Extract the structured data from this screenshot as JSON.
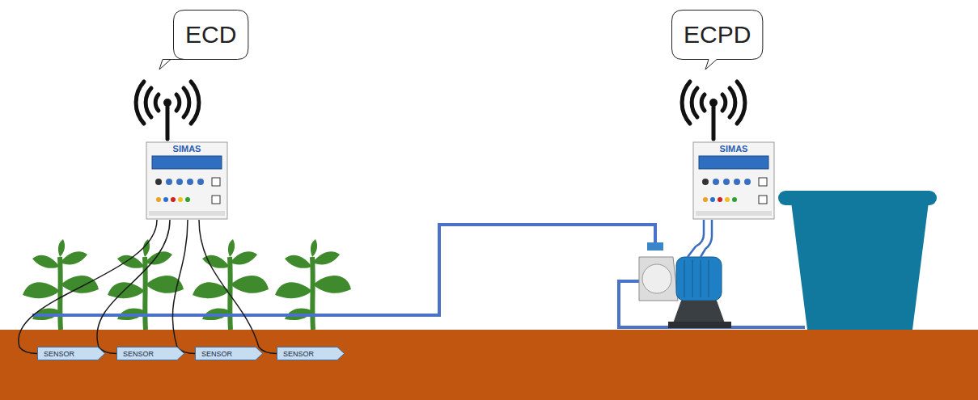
{
  "diagram": {
    "nodes": [
      {
        "text": [
          "ECD"
        ]
      },
      {
        "text": [
          "ECPD"
        ]
      },
      {
        "text": [
          "SIMAS"
        ]
      },
      {
        "text": [
          "SIMAS"
        ]
      },
      {
        "text": [
          "SENSOR"
        ]
      },
      {
        "text": [
          "SENSOR"
        ]
      },
      {
        "text": [
          "SENSOR"
        ]
      },
      {
        "text": [
          "SENSOR"
        ]
      }
    ],
    "edges": [
      {
        "from": 2,
        "to": 4,
        "arrow": "none"
      },
      {
        "from": 2,
        "to": 5,
        "arrow": "none"
      },
      {
        "from": 2,
        "to": 6,
        "arrow": "none"
      },
      {
        "from": 2,
        "to": 7,
        "arrow": "none"
      }
    ]
  }
}
